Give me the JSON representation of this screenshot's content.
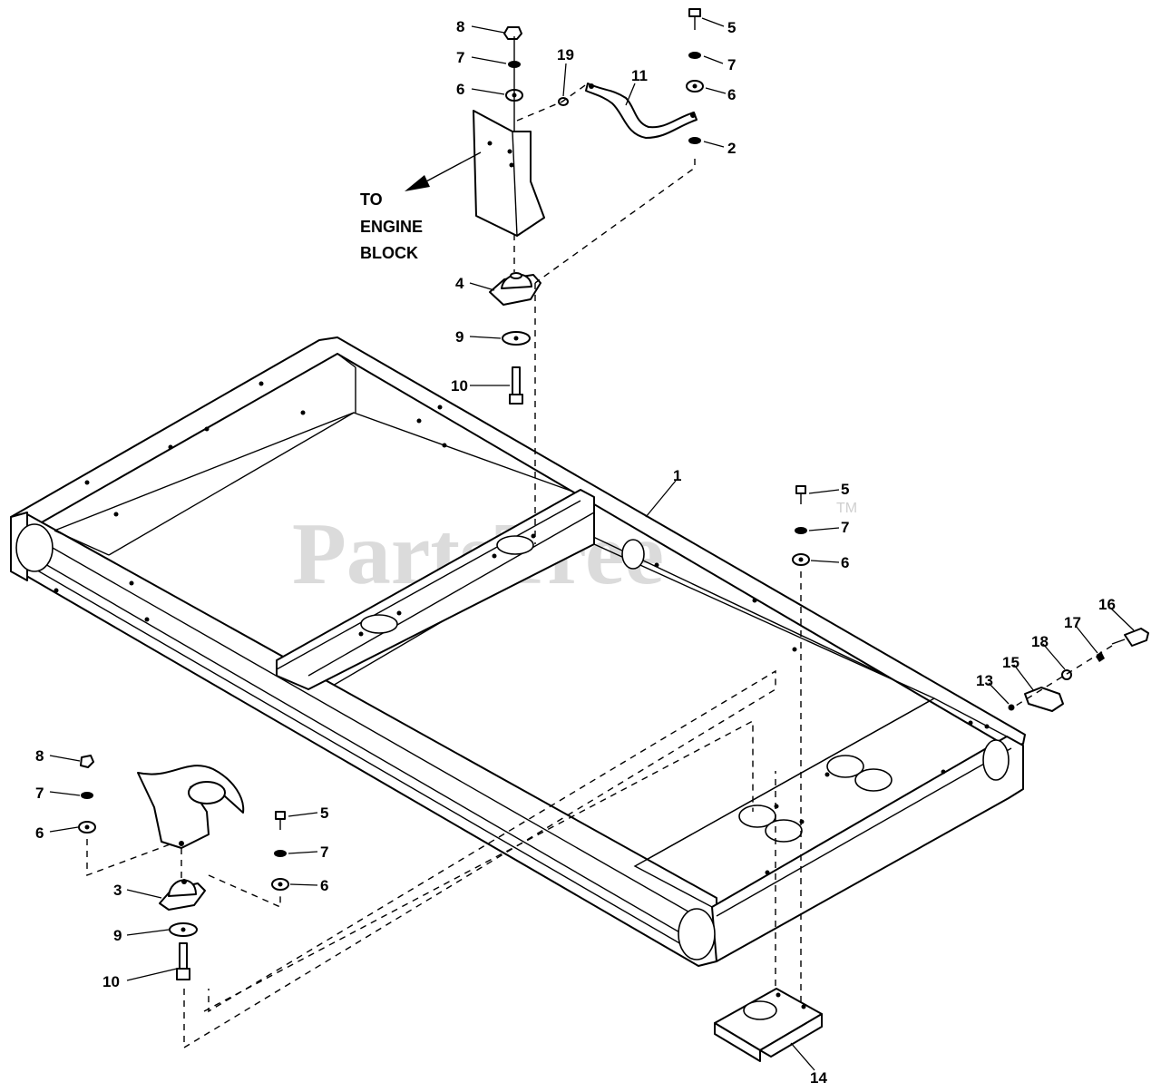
{
  "note": {
    "line1": "TO",
    "line2": "ENGINE",
    "line3": "BLOCK"
  },
  "watermark": {
    "text": "PartsTree",
    "tm": "TM"
  },
  "callouts": [
    {
      "id": "c8a",
      "label": "8"
    },
    {
      "id": "c7a",
      "label": "7"
    },
    {
      "id": "c6a",
      "label": "6"
    },
    {
      "id": "c19",
      "label": "19"
    },
    {
      "id": "c11",
      "label": "11"
    },
    {
      "id": "c5a",
      "label": "5"
    },
    {
      "id": "c7b",
      "label": "7"
    },
    {
      "id": "c6b",
      "label": "6"
    },
    {
      "id": "c2",
      "label": "2"
    },
    {
      "id": "c4",
      "label": "4"
    },
    {
      "id": "c9a",
      "label": "9"
    },
    {
      "id": "c10a",
      "label": "10"
    },
    {
      "id": "c1",
      "label": "1"
    },
    {
      "id": "c5b",
      "label": "5"
    },
    {
      "id": "c7c",
      "label": "7"
    },
    {
      "id": "c6c",
      "label": "6"
    },
    {
      "id": "c16",
      "label": "16"
    },
    {
      "id": "c17",
      "label": "17"
    },
    {
      "id": "c18",
      "label": "18"
    },
    {
      "id": "c15",
      "label": "15"
    },
    {
      "id": "c13",
      "label": "13"
    },
    {
      "id": "c8b",
      "label": "8"
    },
    {
      "id": "c7d",
      "label": "7"
    },
    {
      "id": "c6d",
      "label": "6"
    },
    {
      "id": "c5c",
      "label": "5"
    },
    {
      "id": "c7e",
      "label": "7"
    },
    {
      "id": "c6e",
      "label": "6"
    },
    {
      "id": "c3",
      "label": "3"
    },
    {
      "id": "c9b",
      "label": "9"
    },
    {
      "id": "c10b",
      "label": "10"
    },
    {
      "id": "c14",
      "label": "14"
    }
  ]
}
